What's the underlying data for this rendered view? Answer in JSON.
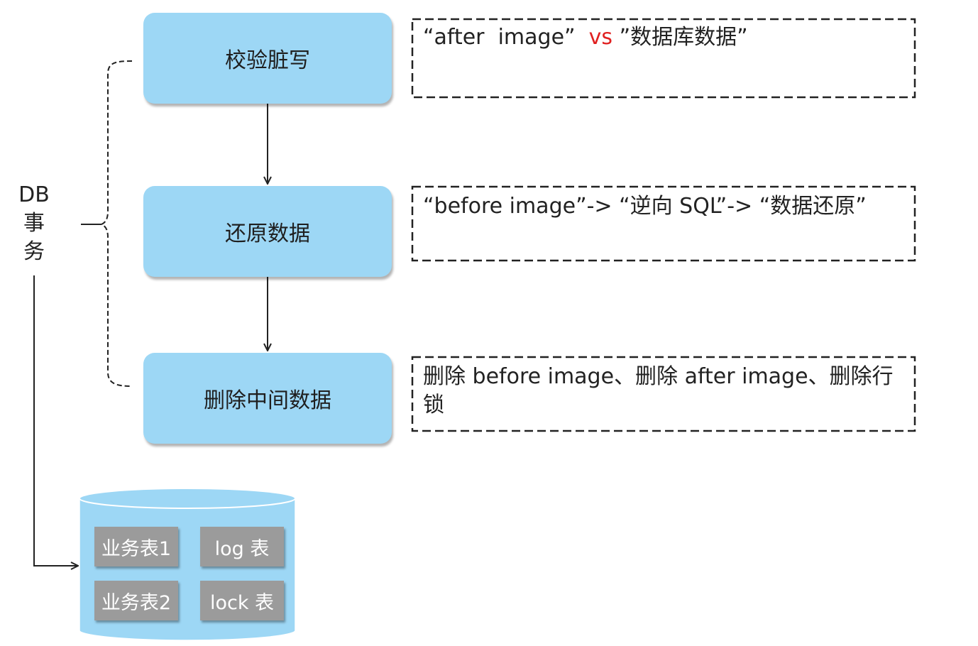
{
  "steps": [
    {
      "label": "校验脏写"
    },
    {
      "label": "还原数据"
    },
    {
      "label": "删除中间数据"
    }
  ],
  "notes": [
    {
      "part1": "“after  image”  ",
      "highlight": "vs",
      "part2": " ”数据库数据”"
    },
    {
      "text": "“before image”-> “逆向 SQL”-> “数据还原”"
    },
    {
      "text": "删除 before image、删除 after image、删除行锁"
    }
  ],
  "db_transaction": {
    "lines": [
      "DB",
      "事",
      "务"
    ]
  },
  "database": {
    "tables": [
      "业务表1",
      "log 表",
      "业务表2",
      "lock 表"
    ]
  },
  "colors": {
    "step_fill": "#9dd7f5",
    "db_fill": "#9dd7f5",
    "table_chip": "#9b9b9b",
    "highlight": "#e02020"
  }
}
